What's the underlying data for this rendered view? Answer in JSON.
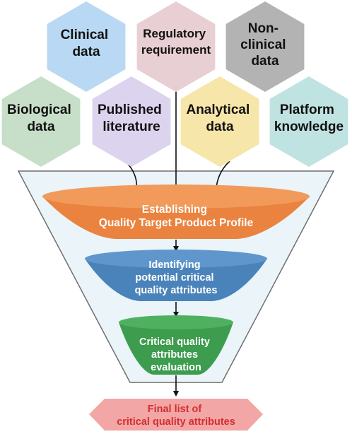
{
  "hexagons": [
    {
      "id": "clinical",
      "lines": [
        "Clinical",
        "data"
      ],
      "fill": "#b9d8f3"
    },
    {
      "id": "regulatory",
      "lines": [
        "Regulatory",
        "requirement"
      ],
      "fill": "#e8cfd4"
    },
    {
      "id": "nonclinical",
      "lines": [
        "Non-",
        "clinical",
        "data"
      ],
      "fill": "#b3b3b3"
    },
    {
      "id": "biological",
      "lines": [
        "Biological",
        "data"
      ],
      "fill": "#c7dfc9"
    },
    {
      "id": "published",
      "lines": [
        "Published",
        "literature"
      ],
      "fill": "#dcd3ee"
    },
    {
      "id": "analytical",
      "lines": [
        "Analytical",
        "data"
      ],
      "fill": "#f6e6a9"
    },
    {
      "id": "platform",
      "lines": [
        "Platform",
        "knowledge"
      ],
      "fill": "#bfe3e1"
    }
  ],
  "funnels": [
    {
      "id": "qtpp",
      "lines": [
        "Establishing",
        "Quality Target Product Profile"
      ],
      "fill": "#e9833f",
      "rim": "#f19a59"
    },
    {
      "id": "pcqa",
      "lines": [
        "Identifying",
        "potential critical",
        "quality attributes"
      ],
      "fill": "#4a83b9",
      "rim": "#5f97cc"
    },
    {
      "id": "cqa",
      "lines": [
        "Critical quality",
        "attributes",
        "evaluation"
      ],
      "fill": "#3d9c4e",
      "rim": "#4fb060"
    }
  ],
  "output": {
    "lines": [
      "Final list of",
      "critical quality attributes"
    ],
    "fill": "#f3a6a6",
    "text_color": "#d32f2f"
  },
  "colors": {
    "container_fill": "#eaf4f9",
    "container_stroke": "#6f6f6f",
    "arrow": "#111111",
    "hex_text": "#111111",
    "funnel_text": "#ffffff"
  }
}
